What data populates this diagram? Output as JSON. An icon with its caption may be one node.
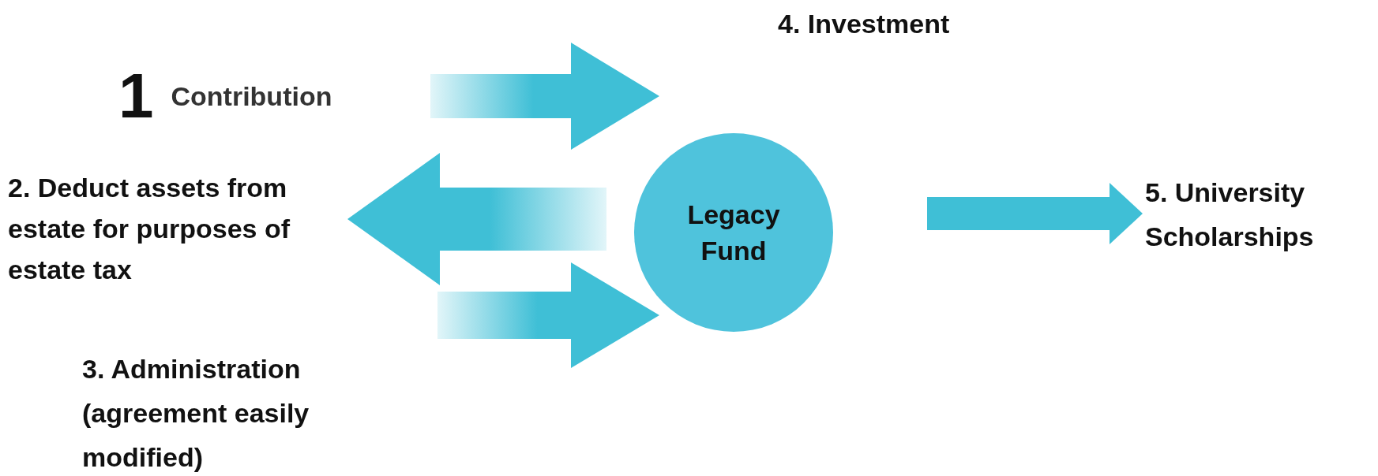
{
  "diagram": {
    "nodes": [
      {
        "text": [
          "1",
          "Contribution"
        ]
      },
      {
        "text": [
          "2. Deduct assets from estate for purposes of estate tax"
        ]
      },
      {
        "text": [
          "3. Administration (agreement easily modified)"
        ]
      },
      {
        "text": [
          "Legacy Fund"
        ]
      },
      {
        "text": [
          "5. University Scholarships"
        ]
      }
    ],
    "edges": [
      {
        "from": 0,
        "to": 3,
        "arrow": "to"
      },
      {
        "from": 3,
        "to": 1,
        "arrow": "to"
      },
      {
        "from": 2,
        "to": 3,
        "arrow": "to"
      },
      {
        "from": 3,
        "to": 4,
        "arrow": "to"
      }
    ],
    "labels": [
      "4. Investment"
    ]
  }
}
